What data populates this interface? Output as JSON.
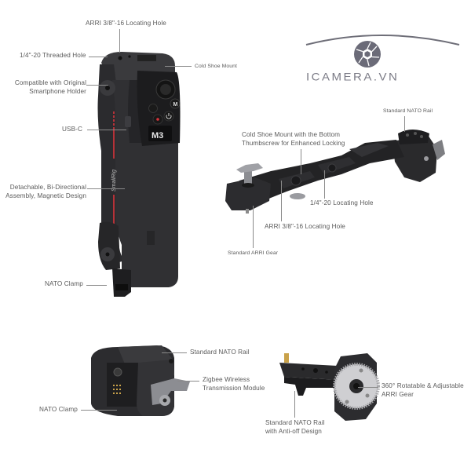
{
  "logo": {
    "brand_text": "ICAMERA.VN",
    "icon": "camera-aperture-icon",
    "color": "#6b6b78"
  },
  "handle": {
    "model_badge": "M3",
    "brand_print": "SmallRig",
    "labels": {
      "arri_locating_hole": "ARRI 3/8\"-16 Locating Hole",
      "threaded_hole": "1/4\"-20 Threaded Hole",
      "cold_shoe": "Cold Shoe Mount",
      "smartphone_line1": "Compatible with Original",
      "smartphone_line2": "Smartphone Holder",
      "usbc": "USB-C",
      "detachable_line1": "Detachable, Bi-Directional",
      "detachable_line2": "Assembly, Magnetic Design",
      "nato_clamp": "NATO Clamp"
    }
  },
  "arm": {
    "labels": {
      "nato_rail": "Standard NATO Rail",
      "cold_shoe_line1": "Cold Shoe Mount with the Bottom",
      "cold_shoe_line2": "Thumbscrew for Enhanced Locking",
      "locating_hole_quarter": "1/4\"-20 Locating Hole",
      "arri_locating_hole": "ARRI 3/8\"-16 Locating Hole",
      "arri_gear": "Standard ARRI Gear"
    }
  },
  "module": {
    "labels": {
      "nato_rail": "Standard NATO Rail",
      "zigbee_line1": "Zigbee Wireless",
      "zigbee_line2": "Transmission Module",
      "nato_clamp": "NATO Clamp"
    }
  },
  "gear_adapter": {
    "labels": {
      "rotatable_line1": "360° Rotatable & Adjustable",
      "rotatable_line2": "ARRI Gear",
      "nato_rail_line1": "Standard NATO Rail",
      "nato_rail_line2": "with Anti-off Design"
    }
  },
  "colors": {
    "accent_red": "#d8343c",
    "body_dark": "#2a2a2c",
    "label_text": "#5a5a5a",
    "leader_line": "#8a8a8a"
  }
}
